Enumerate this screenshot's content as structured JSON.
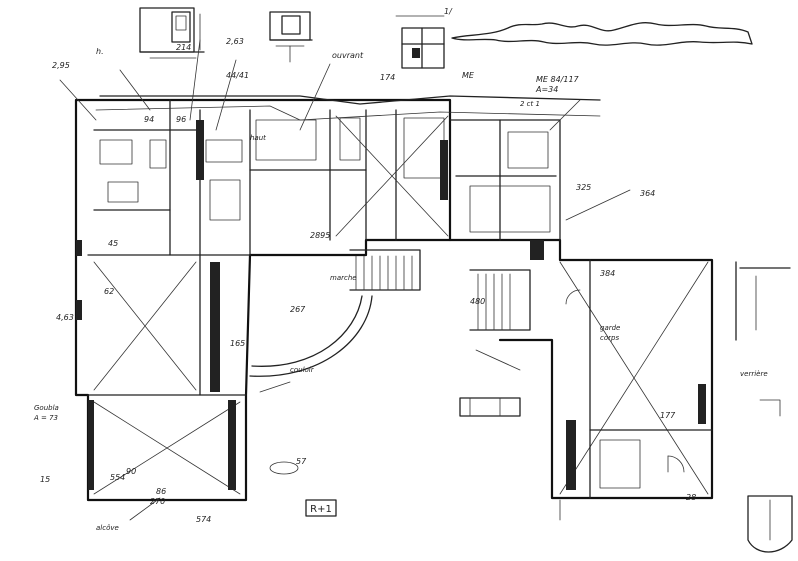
{
  "floor_label": "R+1",
  "annotations": {
    "top_mark": "1/",
    "left_title": "h.",
    "dim_2_95": "2,95",
    "dim_2_63": "2,63",
    "dim_4_63": "4,63",
    "dim_267": "267",
    "dim_325": "325",
    "dim_384": "384",
    "dim_174": "174",
    "dim_214": "214",
    "dim_165": "165",
    "dim_4_80": "480",
    "dim_177": "177",
    "dim_554": "554",
    "dim_574": "574",
    "dim_364": "364",
    "dim_270": "270",
    "dim_94": "94",
    "dim_96": "96",
    "dim_86": "86",
    "dim_62": "62",
    "dim_57": "57",
    "dim_28": "28",
    "dim_15": "15",
    "dim_45": "45",
    "dim_90": "90",
    "dim_me": "ME",
    "ratio_a": "ME 84/117",
    "ratio_b": "A=34",
    "wall_note": "44/41",
    "door_note": "ouvrant",
    "pane_note": "2 ct 1",
    "height_note": "haut",
    "span_2895": "2895",
    "note_left_1": "Goubla",
    "note_left_2": "A = 73",
    "note_bottom": "alcôve",
    "note_mid": "couloir",
    "note_right": "garde",
    "note_right_2": "corps",
    "note_stair": "marche",
    "note_vert": "verrière"
  }
}
